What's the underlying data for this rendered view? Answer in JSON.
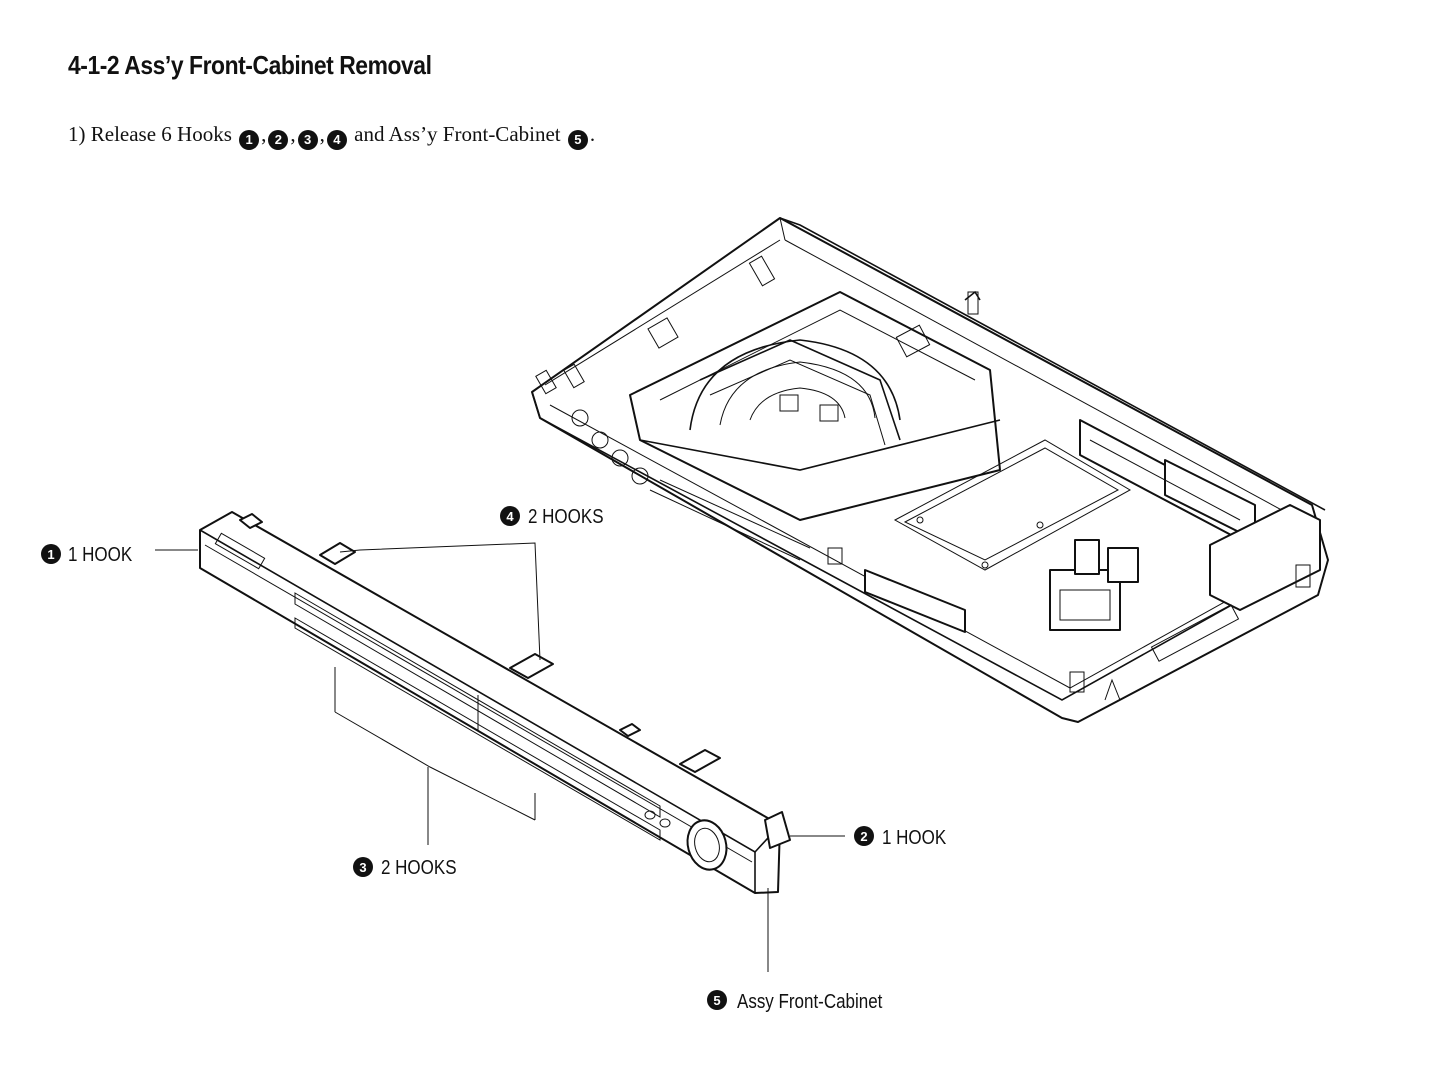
{
  "heading": "4-1-2 Ass’y Front-Cabinet Removal",
  "instruction": {
    "prefix": "1) Release 6 Hooks",
    "hooks": [
      "1",
      "2",
      "3",
      "4"
    ],
    "middle": "and Ass’y Front-Cabinet",
    "cabinet_num": "5",
    "suffix": "."
  },
  "callouts": {
    "c1": {
      "num": "1",
      "label": "1 HOOK"
    },
    "c2": {
      "num": "2",
      "label": "1 HOOK"
    },
    "c3": {
      "num": "3",
      "label": "2 HOOKS"
    },
    "c4": {
      "num": "4",
      "label": "2 HOOKS"
    },
    "c5": {
      "num": "5",
      "label": "Assy Front-Cabinet"
    }
  }
}
